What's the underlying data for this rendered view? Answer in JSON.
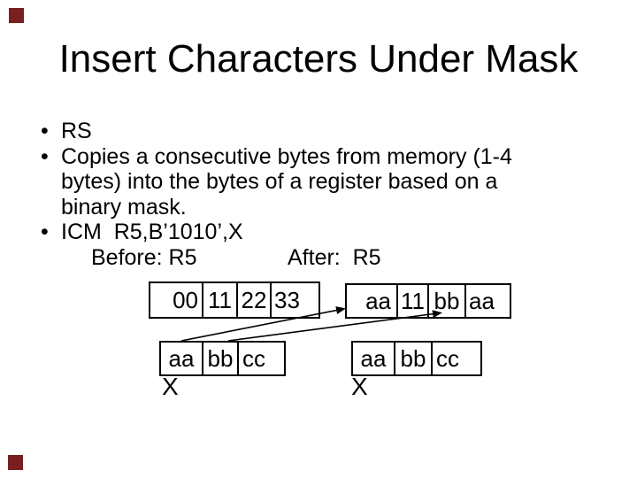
{
  "title": "Insert Characters Under Mask",
  "bullets": {
    "rows": [
      {
        "marker": "•",
        "text": "RS"
      },
      {
        "marker": "•",
        "text": "Copies a consecutive bytes from memory (1-4"
      },
      {
        "marker": "",
        "text": "bytes) into the bytes of a register based on a"
      },
      {
        "marker": "",
        "text": "binary mask."
      },
      {
        "marker": "•",
        "text": "ICM  R5,B’1010’,X"
      }
    ]
  },
  "labels": {
    "before": "Before: R5",
    "after": "After:  R5"
  },
  "diagram": {
    "before_register": {
      "cells": [
        "00",
        "11",
        "22",
        "33"
      ]
    },
    "after_register": {
      "cells": [
        "aa",
        "11",
        "bb",
        "aa"
      ]
    },
    "memory_before": {
      "cells": [
        "aa",
        "bb",
        "cc"
      ],
      "label": "X"
    },
    "memory_after": {
      "cells": [
        "aa",
        "bb",
        "cc"
      ],
      "label": "X"
    },
    "arrows": [
      {
        "from": "memory-cell-aa",
        "to": "after-register-cell-1"
      },
      {
        "from": "memory-cell-bb",
        "to": "after-register-cell-3"
      }
    ]
  },
  "colors": {
    "background": "#ffffff",
    "text": "#000000",
    "box_border": "#000000",
    "corner_square": "#7a1f1f"
  }
}
